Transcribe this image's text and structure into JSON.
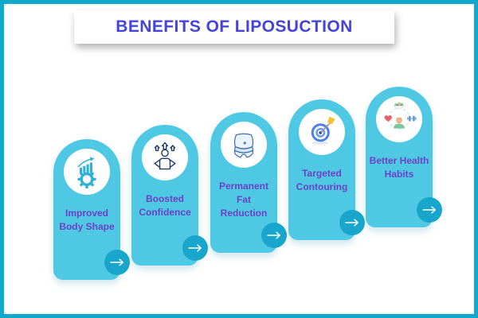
{
  "header": {
    "title": "BENEFITS OF LIPOSUCTION"
  },
  "pills": [
    {
      "label": "Improved Body Shape",
      "lines": [
        "Improved",
        "Body Shape"
      ],
      "icon": "growth-chart-gear-icon"
    },
    {
      "label": "Boosted Confidence",
      "lines": [
        "Boosted",
        "Confidence"
      ],
      "icon": "confident-person-icon"
    },
    {
      "label": "Permanent Fat Reduction",
      "lines": [
        "Permanent",
        "Fat",
        "Reduction"
      ],
      "icon": "belly-icon"
    },
    {
      "label": "Targeted Contouring",
      "lines": [
        "Targeted",
        "Contouring"
      ],
      "icon": "target-dart-icon"
    },
    {
      "label": "Better Health Habits",
      "lines": [
        "Better Health",
        "Habits"
      ],
      "icon": "healthy-lifestyle-icon"
    }
  ],
  "colors": {
    "frame-border": "#10A9CE",
    "pill-fill": "#4FC9E3",
    "arrow-button": "#18A6CC",
    "title-text": "#4643D9",
    "label-text": "#6C41C8",
    "card-background": "#FFFFFF",
    "icon-glyph-cyan": "#2FB0D6",
    "icon-outline-navy": "#1C3A63",
    "icon-belly-blue": "#3E6CB0",
    "target-blue": "#4C7FE9",
    "dart-yellow": "#F2C233"
  }
}
